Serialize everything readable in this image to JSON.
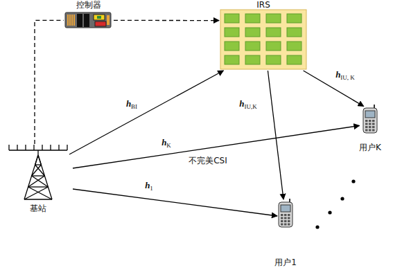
{
  "diagram": {
    "nodes": [
      {
        "text": [
          "控制器"
        ]
      },
      {
        "text": [
          "IRS"
        ]
      },
      {
        "text": [
          "基站"
        ]
      },
      {
        "text": [
          "用户K"
        ]
      },
      {
        "text": [
          "用户1"
        ]
      }
    ],
    "edges": [
      {
        "from": 2,
        "to": 0,
        "arrow": "none"
      },
      {
        "from": 0,
        "to": 1,
        "arrow": "to"
      },
      {
        "from": 2,
        "to": 1,
        "label": "hBI",
        "arrow": "to"
      },
      {
        "from": 2,
        "to": 3,
        "label": "hK",
        "arrow": "to"
      },
      {
        "from": 2,
        "to": 4,
        "label": "h1",
        "arrow": "to"
      },
      {
        "from": 1,
        "to": 3,
        "label": "hIU, K",
        "arrow": "to"
      },
      {
        "from": 1,
        "to": 4,
        "label": "hIU,K",
        "arrow": "to"
      }
    ],
    "labels": [
      "不完美CSI"
    ]
  }
}
